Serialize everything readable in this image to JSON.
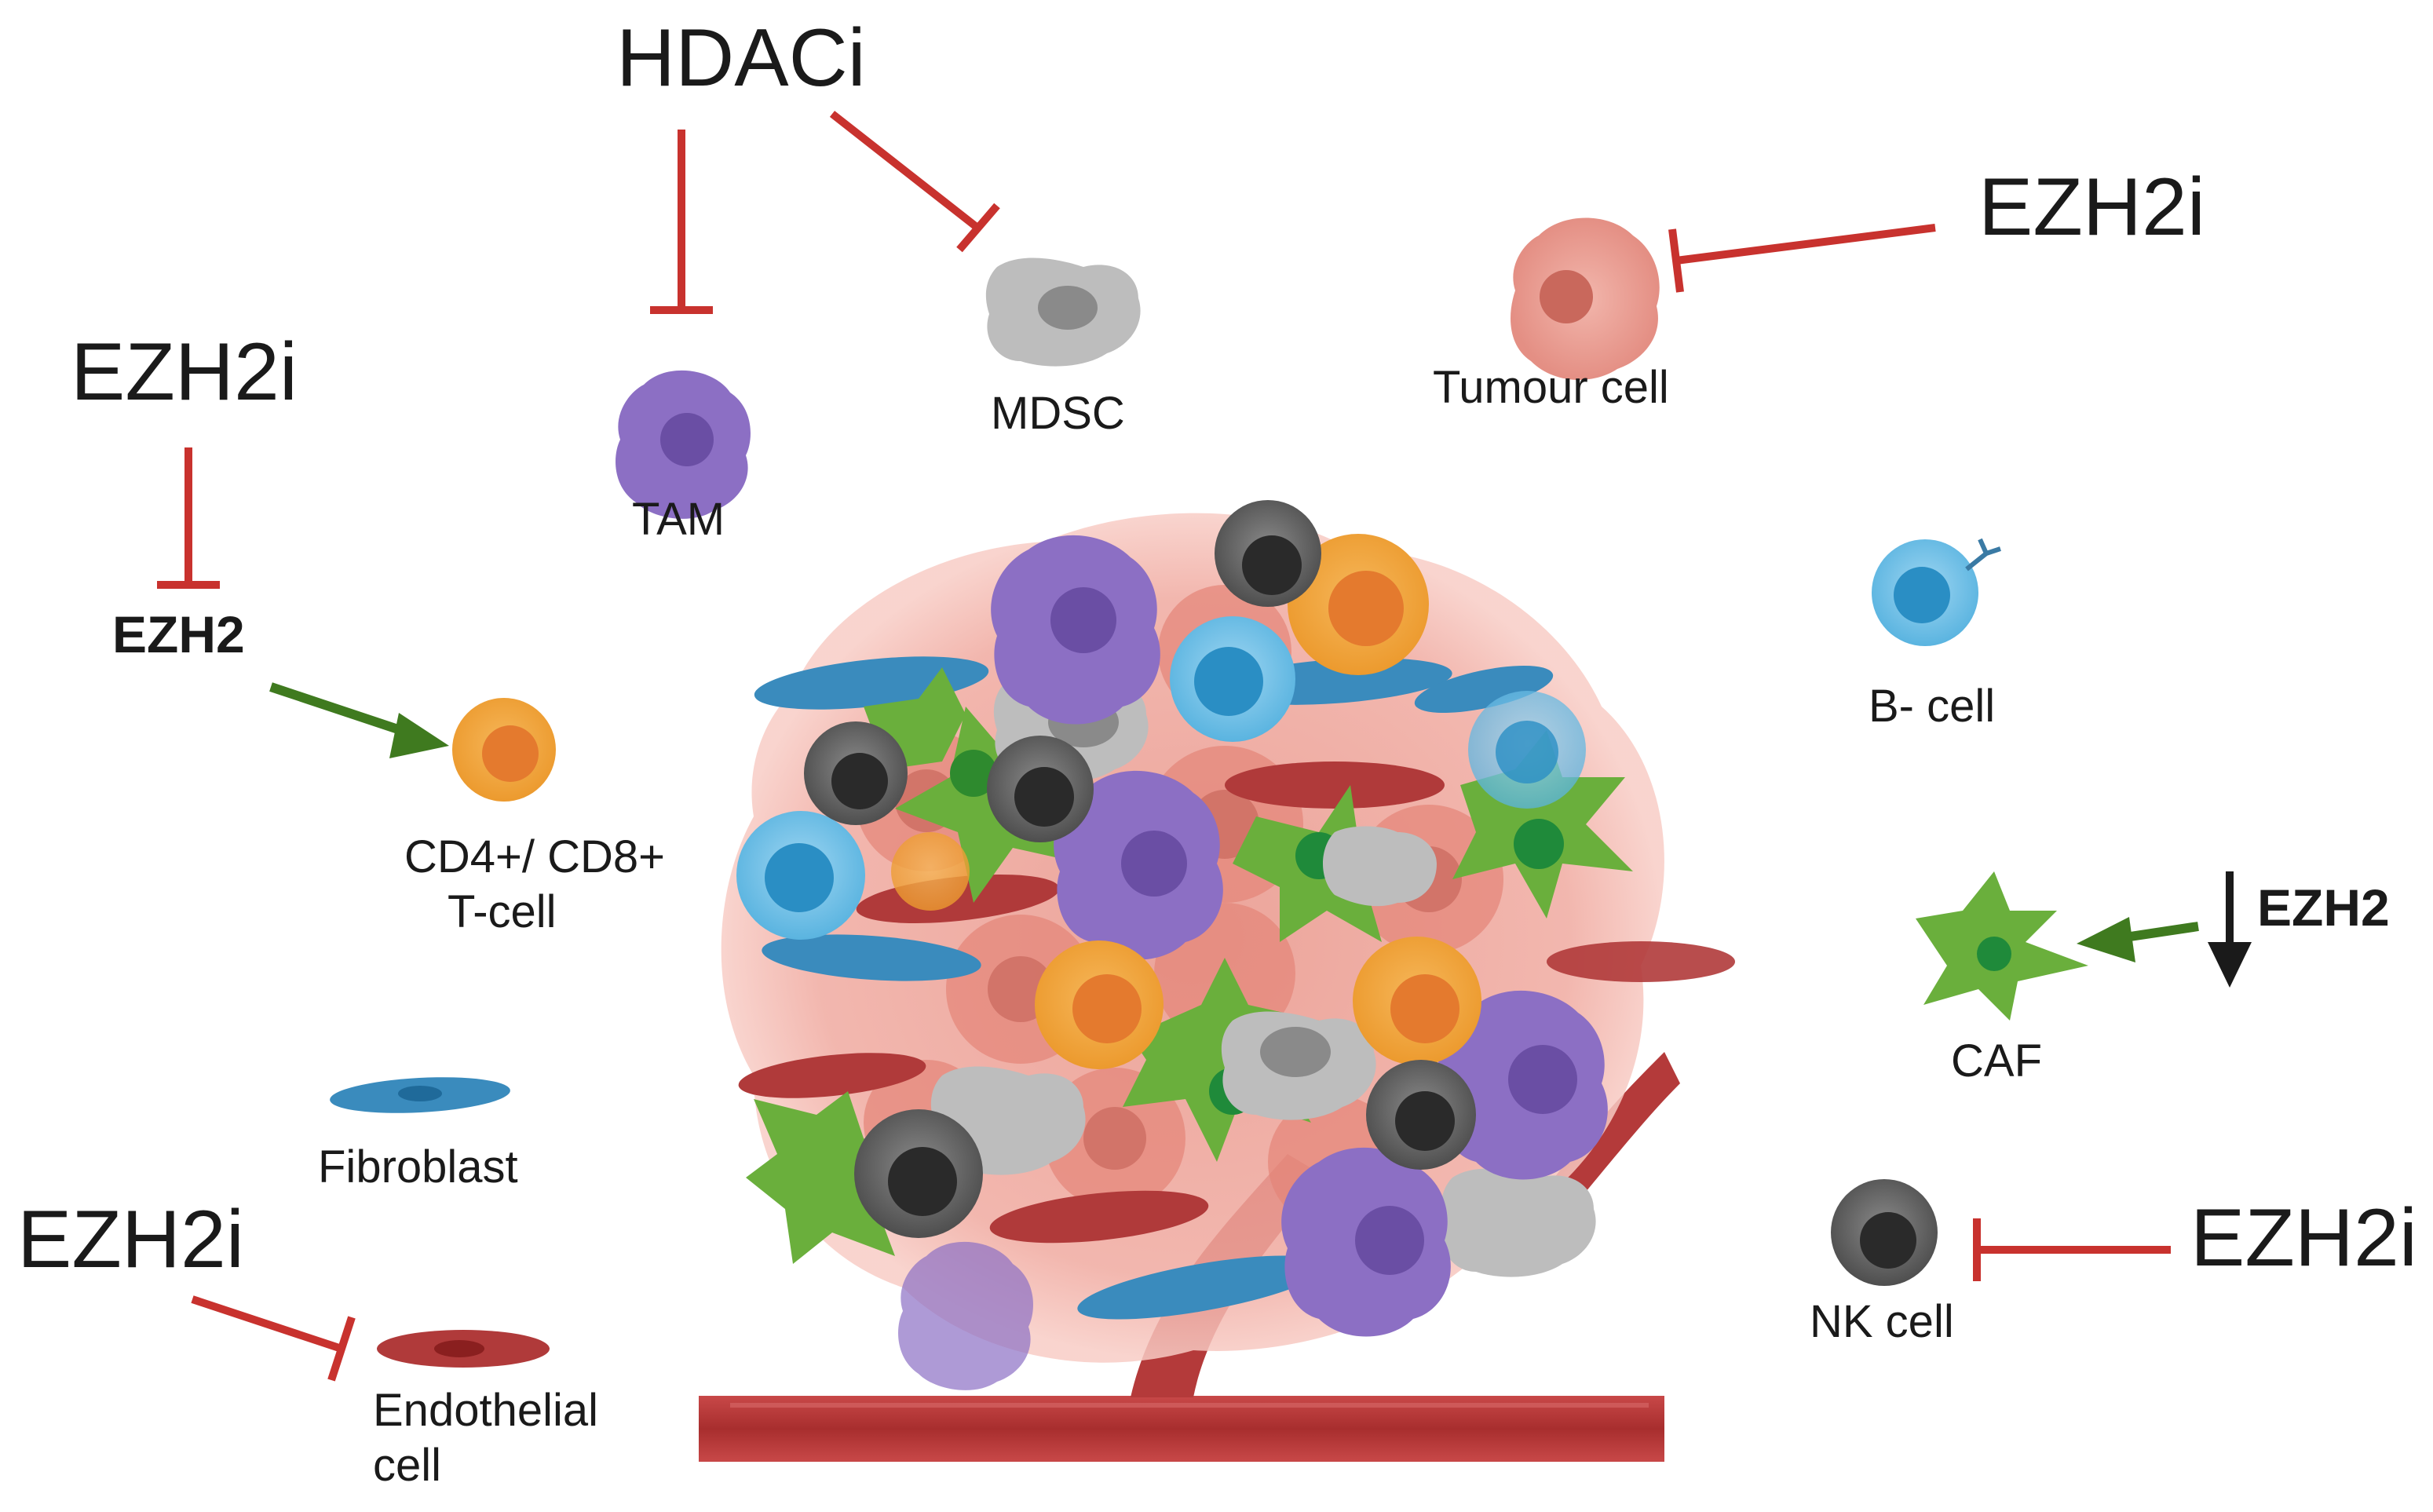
{
  "labels": {
    "hdaci": "HDACi",
    "ezh2i_top_right": "EZH2i",
    "ezh2i_left": "EZH2i",
    "ezh2_left": "EZH2",
    "ezh2i_bottom_left": "EZH2i",
    "ezh2i_bottom_right": "EZH2i",
    "ezh2_right": "EZH2",
    "tam": "TAM",
    "mdsc": "MDSC",
    "tumour_cell": "Tumour cell",
    "b_cell": "B- cell",
    "t_cell_line1": "CD4+/ CD8+",
    "t_cell_line2": "T-cell",
    "caf": "CAF",
    "fibroblast": "Fibroblast",
    "endothelial_line1": "Endothelial",
    "endothelial_line2": "cell",
    "nk_cell": "NK cell"
  },
  "colors": {
    "inhibition": "#c8322e",
    "activation": "#3f7a1f",
    "decrease_arrow": "#1a1a1a",
    "tumour": "#e8a096",
    "tam": "#8c6fc4",
    "mdsc": "#b9b9b9",
    "t_cell": "#f0a23a",
    "b_cell": "#5ab4e0",
    "caf": "#6aaf3c",
    "fibroblast": "#3a8bbd",
    "endothelial": "#b03a3a",
    "nk_cell": "#555555",
    "vessel": "#b43a3a"
  }
}
